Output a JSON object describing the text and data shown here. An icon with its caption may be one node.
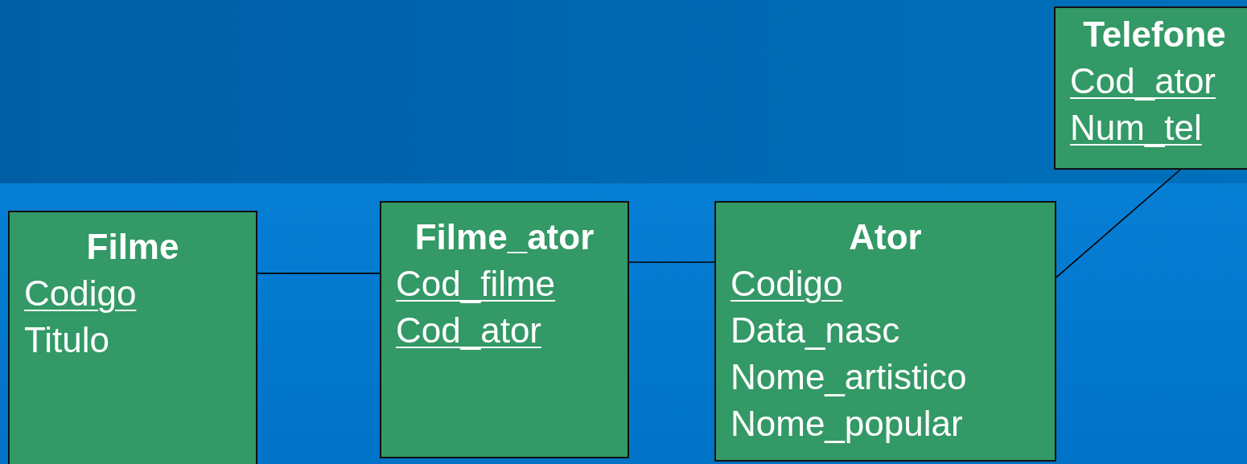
{
  "diagram": {
    "nodes": [
      {
        "text": [
          "Filme",
          "Codigo",
          "Titulo"
        ]
      },
      {
        "text": [
          "Filme_ator",
          "Cod_filme",
          "Cod_ator"
        ]
      },
      {
        "text": [
          "Ator",
          "Codigo",
          "Data_nasc",
          "Nome_artistico",
          "Nome_popular"
        ]
      },
      {
        "text": [
          "Telefone",
          "Cod_ator",
          "Num_tel"
        ]
      }
    ],
    "edges": [
      {
        "from": 0,
        "to": 1,
        "arrow": "none"
      },
      {
        "from": 1,
        "to": 2,
        "arrow": "none"
      },
      {
        "from": 2,
        "to": 3,
        "arrow": "none"
      }
    ]
  }
}
